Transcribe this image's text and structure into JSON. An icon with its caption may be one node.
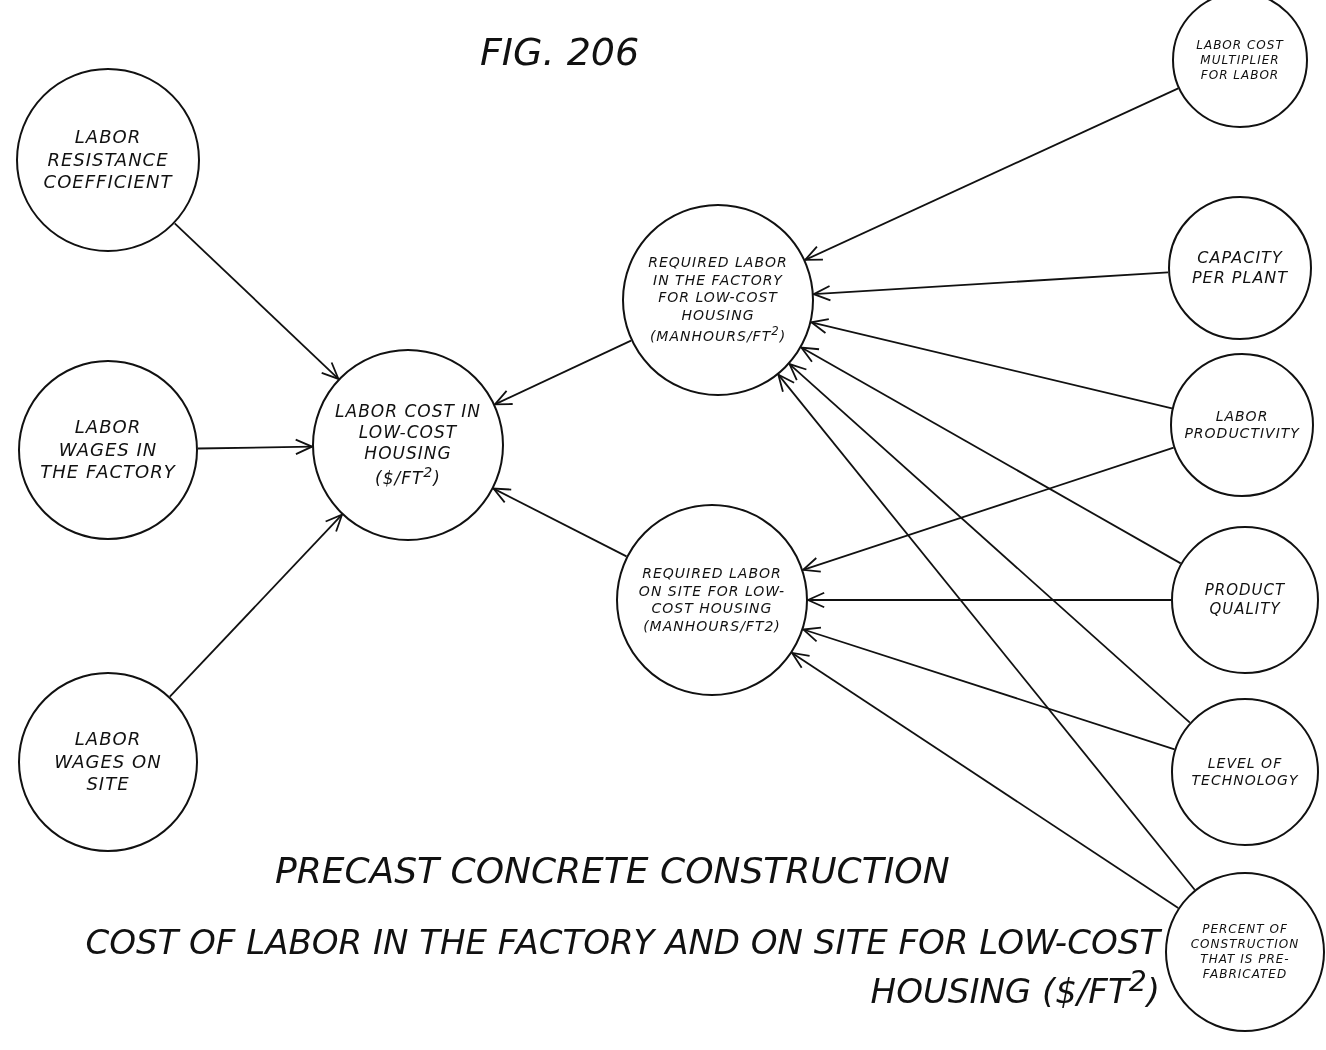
{
  "diagram": {
    "title": "FIG. 206",
    "caption": "COST OF LABOR IN THE FACTORY AND ON SITE FOR LOW-COST HOUSING ($/FT$^{2}$)",
    "nodes": [
      {
        "text": [
          "LABOR RESISTANCE COEFFICIENT"
        ]
      },
      {
        "text": [
          "LABOR WAGES IN THE FACTORY"
        ]
      },
      {
        "text": [
          "LABOR WAGES ON SITE"
        ]
      },
      {
        "text": [
          "LABOR COST IN LOW-COST HOUSING ($/FT$^{2}$)"
        ]
      },
      {
        "text": [
          "REQUIRED LABOR IN THE FACTORY FOR LOW-COST HOUSING (MANHOURS/FT$^{2}$)"
        ]
      },
      {
        "text": [
          "REQUIRED LABOR ON SITE FOR LOW-COST HOUSING (MANHOURS/FT2)"
        ]
      },
      {
        "text": [
          "LABOR COST MULTIPLIER FOR LABOR"
        ]
      },
      {
        "text": [
          "CAPACITY PER PLANT"
        ]
      },
      {
        "text": [
          "LABOR PRODUCTIVITY"
        ]
      },
      {
        "text": [
          "PRODUCT QUALITY"
        ]
      },
      {
        "text": [
          "LEVEL OF TECHNOLOGY"
        ]
      },
      {
        "text": [
          "PERCENT OF CONSTRUCTION THAT IS PRE-FABRICATED"
        ]
      }
    ],
    "edges": [
      {
        "from": 0,
        "to": 3,
        "arrow": "to"
      },
      {
        "from": 1,
        "to": 3,
        "arrow": "to"
      },
      {
        "from": 2,
        "to": 3,
        "arrow": "to"
      },
      {
        "from": 4,
        "to": 3,
        "arrow": "to"
      },
      {
        "from": 5,
        "to": 3,
        "arrow": "to"
      },
      {
        "from": 6,
        "to": 4,
        "arrow": "to"
      },
      {
        "from": 7,
        "to": 4,
        "arrow": "to"
      },
      {
        "from": 8,
        "to": 4,
        "arrow": "to"
      },
      {
        "from": 9,
        "to": 4,
        "arrow": "to"
      },
      {
        "from": 10,
        "to": 4,
        "arrow": "to"
      },
      {
        "from": 11,
        "to": 4,
        "arrow": "to"
      },
      {
        "from": 8,
        "to": 5,
        "arrow": "to"
      },
      {
        "from": 9,
        "to": 5,
        "arrow": "to"
      },
      {
        "from": 10,
        "to": 5,
        "arrow": "to"
      },
      {
        "from": 11,
        "to": 5,
        "arrow": "to"
      }
    ],
    "labels": [
      "PRECAST CONCRETE CONSTRUCTION"
    ]
  }
}
